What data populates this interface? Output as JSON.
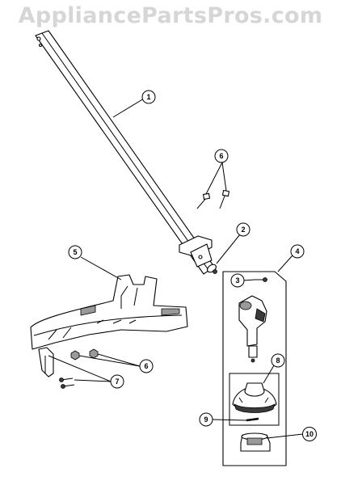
{
  "watermark": "AppliancePartsPros.com",
  "callouts": [
    {
      "id": "callout-1",
      "label": "1"
    },
    {
      "id": "callout-2",
      "label": "2"
    },
    {
      "id": "callout-3",
      "label": "3"
    },
    {
      "id": "callout-4",
      "label": "4"
    },
    {
      "id": "callout-5",
      "label": "5"
    },
    {
      "id": "callout-6a",
      "label": "6"
    },
    {
      "id": "callout-6b",
      "label": "6"
    },
    {
      "id": "callout-7",
      "label": "7"
    },
    {
      "id": "callout-8",
      "label": "8"
    },
    {
      "id": "callout-9",
      "label": "9"
    },
    {
      "id": "callout-10",
      "label": "10"
    }
  ]
}
